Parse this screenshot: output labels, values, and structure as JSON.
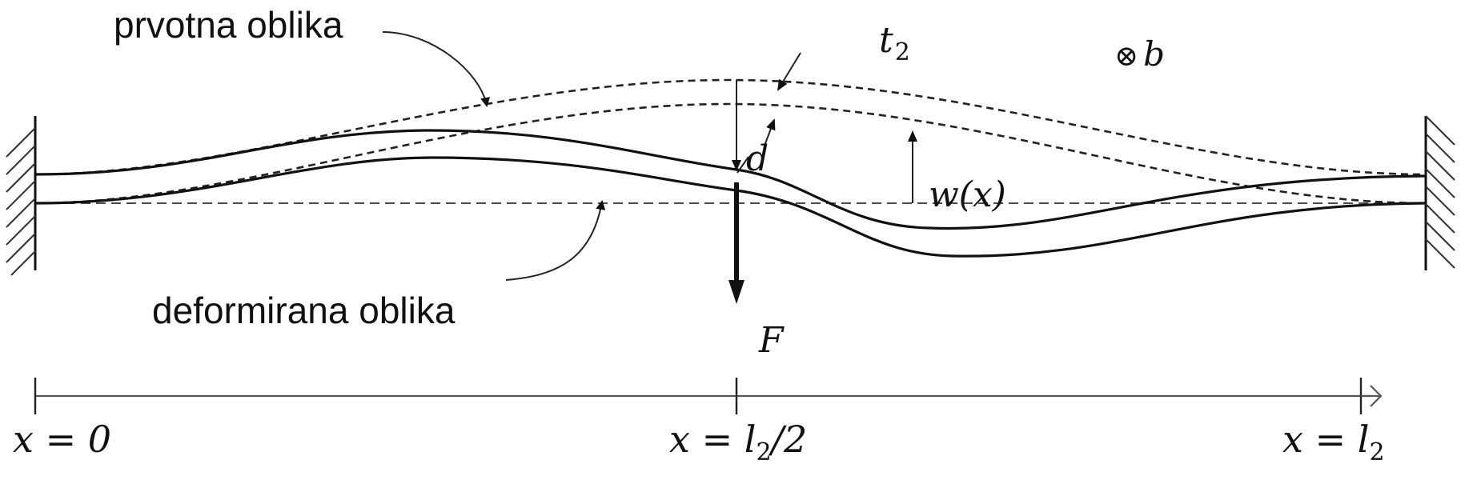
{
  "labels": {
    "original_shape": "prvotna oblika",
    "deformed_shape": "deformirana oblika",
    "thickness_var": "t",
    "thickness_sub": "2",
    "width_symbol": "⊗",
    "width_var": "b",
    "gap_var": "d",
    "deflection": "w(x)",
    "force": "F",
    "x_start": "x = 0",
    "x_mid_prefix": "x = l",
    "x_mid_sub": "2",
    "x_mid_suffix": "/2",
    "x_end_prefix": "x = l",
    "x_end_sub": "2"
  }
}
